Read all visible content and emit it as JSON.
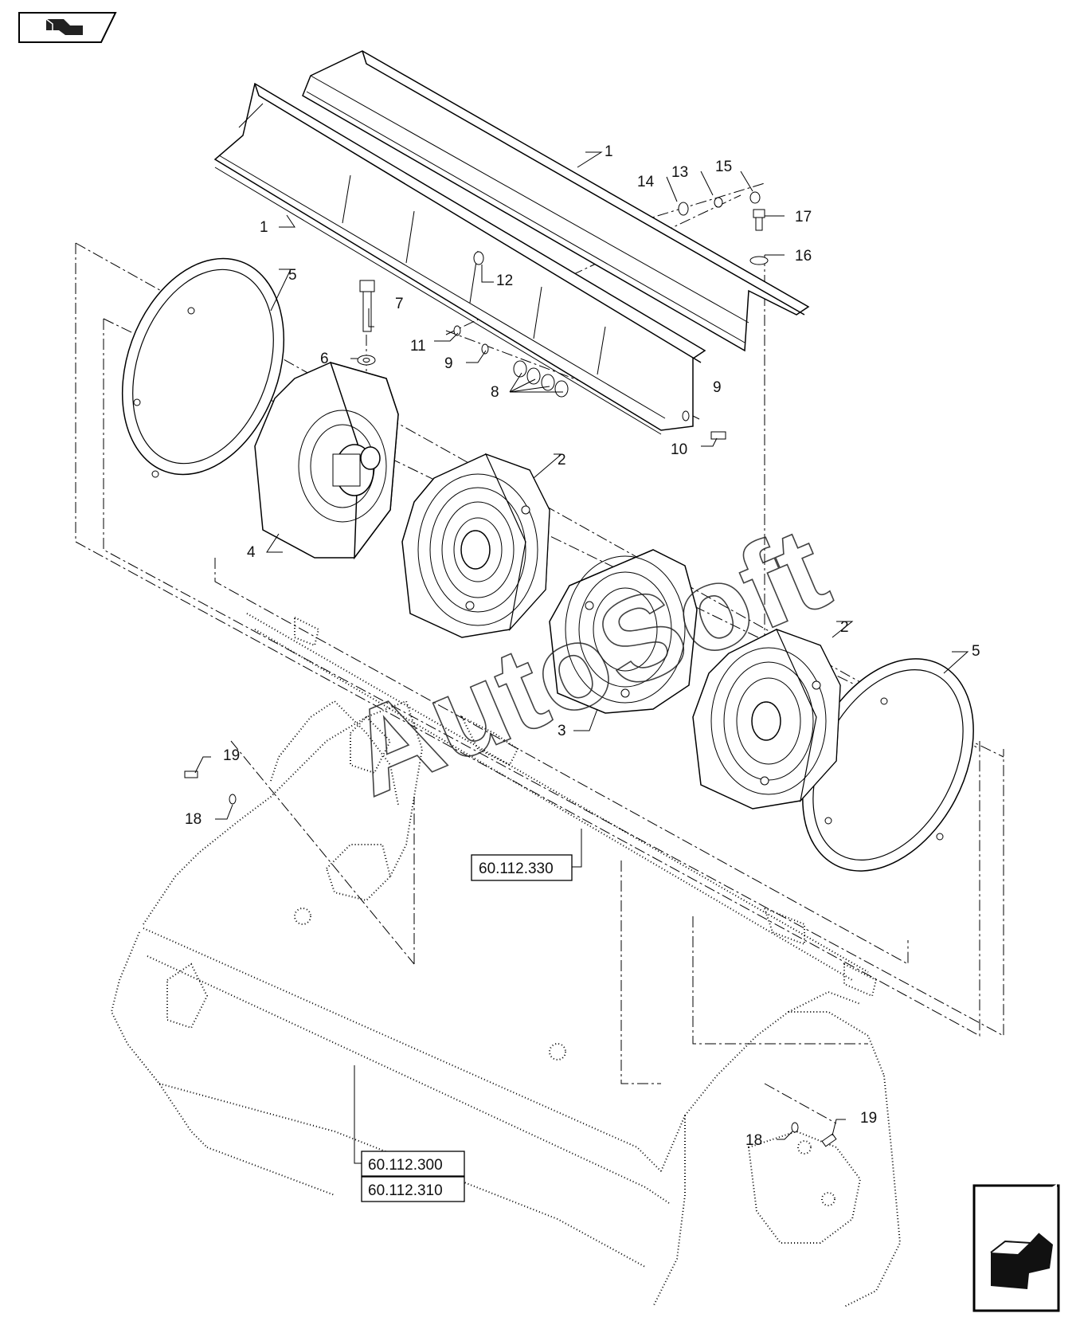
{
  "diagram": {
    "callouts": [
      {
        "id": "c1a",
        "label": "1"
      },
      {
        "id": "c1b",
        "label": "1"
      },
      {
        "id": "c2a",
        "label": "2"
      },
      {
        "id": "c2b",
        "label": "2"
      },
      {
        "id": "c3",
        "label": "3"
      },
      {
        "id": "c4",
        "label": "4"
      },
      {
        "id": "c5a",
        "label": "5"
      },
      {
        "id": "c5b",
        "label": "5"
      },
      {
        "id": "c6",
        "label": "6"
      },
      {
        "id": "c7",
        "label": "7"
      },
      {
        "id": "c8",
        "label": "8"
      },
      {
        "id": "c9a",
        "label": "9"
      },
      {
        "id": "c9b",
        "label": "9"
      },
      {
        "id": "c10",
        "label": "10"
      },
      {
        "id": "c11",
        "label": "11"
      },
      {
        "id": "c12",
        "label": "12"
      },
      {
        "id": "c13",
        "label": "13"
      },
      {
        "id": "c14",
        "label": "14"
      },
      {
        "id": "c15",
        "label": "15"
      },
      {
        "id": "c16",
        "label": "16"
      },
      {
        "id": "c17",
        "label": "17"
      },
      {
        "id": "c18a",
        "label": "18"
      },
      {
        "id": "c18b",
        "label": "18"
      },
      {
        "id": "c19a",
        "label": "19"
      },
      {
        "id": "c19b",
        "label": "19"
      }
    ],
    "references": [
      {
        "id": "r330",
        "label": "60.112.330"
      },
      {
        "id": "r300",
        "label": "60.112.300"
      },
      {
        "id": "r310",
        "label": "60.112.310"
      }
    ],
    "watermark": "AutoSoft"
  },
  "navigation": {
    "back_icon": "previous-page-icon",
    "next_icon": "next-page-icon"
  }
}
